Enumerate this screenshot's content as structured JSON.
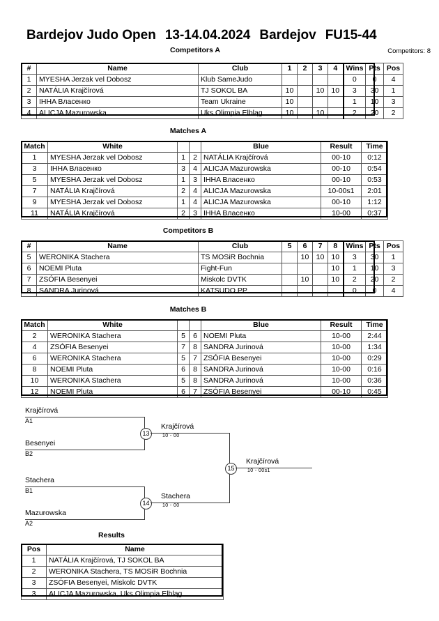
{
  "header": {
    "event": "Bardejov Judo Open",
    "dates": "13-14.04.2024",
    "city": "Bardejov",
    "category": "FU15-44",
    "pool_caption": "Competitors A",
    "competitors_count": "Competitors: 8"
  },
  "captions": {
    "matches_a": "Matches A",
    "competitors_b": "Competitors B",
    "matches_b": "Matches B",
    "results": "Results"
  },
  "competitors_headers": {
    "num": "#",
    "name": "Name",
    "club": "Club",
    "wins": "Wins",
    "pts": "Pts",
    "pos": "Pos"
  },
  "matches_headers": {
    "match": "Match",
    "white": "White",
    "blue": "Blue",
    "result": "Result",
    "time": "Time"
  },
  "results_headers": {
    "pos": "Pos",
    "name": "Name"
  },
  "pool_a": {
    "cols": [
      "1",
      "2",
      "3",
      "4"
    ],
    "rows": [
      {
        "num": "1",
        "name": "MYESHA Jerzak vel Dobosz",
        "club": "Klub SameJudo",
        "scores": [
          "",
          "",
          "",
          ""
        ],
        "wins": "0",
        "pts": "0",
        "pos": "4"
      },
      {
        "num": "2",
        "name": "NATÁLIA Krajčírová",
        "club": "TJ SOKOL BA",
        "scores": [
          "10",
          "",
          "10",
          "10"
        ],
        "wins": "3",
        "pts": "30",
        "pos": "1"
      },
      {
        "num": "3",
        "name": "IHHA Власенко",
        "club": "Team Ukraine",
        "scores": [
          "10",
          "",
          "",
          ""
        ],
        "wins": "1",
        "pts": "10",
        "pos": "3"
      },
      {
        "num": "4",
        "name": "ALICJA Mazurowska",
        "club": "Uks Olimpia Elbląg",
        "scores": [
          "10",
          "",
          "10",
          ""
        ],
        "wins": "2",
        "pts": "20",
        "pos": "2"
      }
    ]
  },
  "matches_a": {
    "rows": [
      {
        "match": "1",
        "white": "MYESHA Jerzak vel Dobosz",
        "w_no": "1",
        "b_no": "2",
        "blue": "NATÁLIA Krajčírová",
        "result": "00-10",
        "time": "0:12"
      },
      {
        "match": "3",
        "white": "IHHA Власенко",
        "w_no": "3",
        "b_no": "4",
        "blue": "ALICJA Mazurowska",
        "result": "00-10",
        "time": "0:54"
      },
      {
        "match": "5",
        "white": "MYESHA Jerzak vel Dobosz",
        "w_no": "1",
        "b_no": "3",
        "blue": "IHHA Власенко",
        "result": "00-10",
        "time": "0:53"
      },
      {
        "match": "7",
        "white": "NATÁLIA Krajčírová",
        "w_no": "2",
        "b_no": "4",
        "blue": "ALICJA Mazurowska",
        "result": "10-00s1",
        "time": "2:01"
      },
      {
        "match": "9",
        "white": "MYESHA Jerzak vel Dobosz",
        "w_no": "1",
        "b_no": "4",
        "blue": "ALICJA Mazurowska",
        "result": "00-10",
        "time": "1:12"
      },
      {
        "match": "11",
        "white": "NATÁLIA Krajčírová",
        "w_no": "2",
        "b_no": "3",
        "blue": "IHHA Власенко",
        "result": "10-00",
        "time": "0:37"
      }
    ]
  },
  "pool_b": {
    "cols": [
      "5",
      "6",
      "7",
      "8"
    ],
    "rows": [
      {
        "num": "5",
        "name": "WERONIKA Stachera",
        "club": "TS MOSiR Bochnia",
        "scores": [
          "",
          "10",
          "10",
          "10"
        ],
        "wins": "3",
        "pts": "30",
        "pos": "1"
      },
      {
        "num": "6",
        "name": "NOEMI Pluta",
        "club": "Fight-Fun",
        "scores": [
          "",
          "",
          "",
          "10"
        ],
        "wins": "1",
        "pts": "10",
        "pos": "3"
      },
      {
        "num": "7",
        "name": "ZSÓFIA Besenyei",
        "club": "Miskolc DVTK",
        "scores": [
          "",
          "10",
          "",
          "10"
        ],
        "wins": "2",
        "pts": "20",
        "pos": "2"
      },
      {
        "num": "8",
        "name": "SANDRA Jurinová",
        "club": "KATSUDO PP",
        "scores": [
          "",
          "",
          "",
          ""
        ],
        "wins": "0",
        "pts": "0",
        "pos": "4"
      }
    ]
  },
  "matches_b": {
    "rows": [
      {
        "match": "2",
        "white": "WERONIKA Stachera",
        "w_no": "5",
        "b_no": "6",
        "blue": "NOEMI Pluta",
        "result": "10-00",
        "time": "2:44"
      },
      {
        "match": "4",
        "white": "ZSÓFIA Besenyei",
        "w_no": "7",
        "b_no": "8",
        "blue": "SANDRA Jurinová",
        "result": "10-00",
        "time": "1:34"
      },
      {
        "match": "6",
        "white": "WERONIKA Stachera",
        "w_no": "5",
        "b_no": "7",
        "blue": "ZSÓFIA Besenyei",
        "result": "10-00",
        "time": "0:29"
      },
      {
        "match": "8",
        "white": "NOEMI Pluta",
        "w_no": "6",
        "b_no": "8",
        "blue": "SANDRA Jurinová",
        "result": "10-00",
        "time": "0:16"
      },
      {
        "match": "10",
        "white": "WERONIKA Stachera",
        "w_no": "5",
        "b_no": "8",
        "blue": "SANDRA Jurinová",
        "result": "10-00",
        "time": "0:36"
      },
      {
        "match": "12",
        "white": "NOEMI Pluta",
        "w_no": "6",
        "b_no": "7",
        "blue": "ZSÓFIA Besenyei",
        "result": "00-10",
        "time": "0:45"
      }
    ]
  },
  "bracket": {
    "entrants": [
      {
        "name": "Krajčírová",
        "seed": "A1"
      },
      {
        "name": "Besenyei",
        "seed": "B2"
      },
      {
        "name": "Stachera",
        "seed": "B1"
      },
      {
        "name": "Mazurowska",
        "seed": "A2"
      }
    ],
    "semifinals": [
      {
        "number": "13",
        "winner": "Krajčírová",
        "score": "10 - 00"
      },
      {
        "number": "14",
        "winner": "Stachera",
        "score": "10 - 00"
      }
    ],
    "final": {
      "number": "15",
      "winner": "Krajčírová",
      "score": "10 - 00s1"
    }
  },
  "results": {
    "rows": [
      {
        "pos": "1",
        "name": "NATÁLIA Krajčírová, TJ SOKOL BA"
      },
      {
        "pos": "2",
        "name": "WERONIKA Stachera, TS MOSiR Bochnia"
      },
      {
        "pos": "3",
        "name": "ZSÓFIA Besenyei, Miskolc DVTK"
      },
      {
        "pos": "3",
        "name": "ALICJA Mazurowska, Uks Olimpia Elbląg"
      }
    ]
  }
}
